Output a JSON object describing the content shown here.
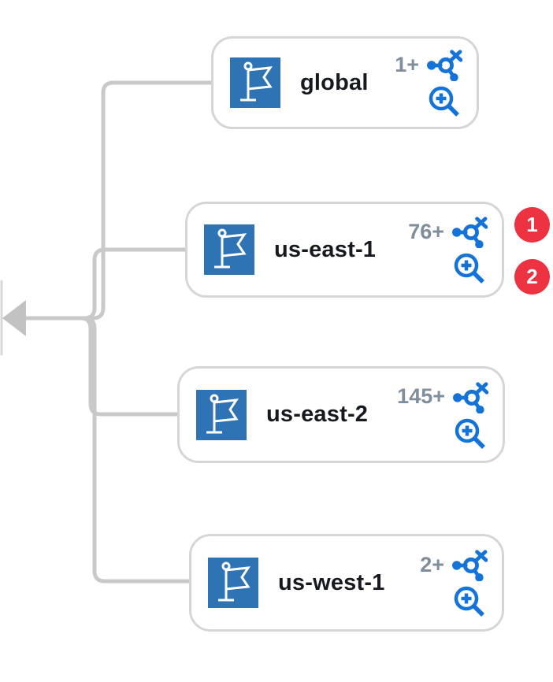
{
  "diagram": {
    "type": "resource-relationship-tree",
    "parent": {
      "edge_icon": "left-arrow-icon",
      "note": "parent node cut off at left viewport edge"
    },
    "nodes": [
      {
        "label": "global",
        "count": "1+",
        "icons": [
          "region-flag-icon",
          "expand-connections-icon",
          "zoom-in-icon"
        ],
        "badges": []
      },
      {
        "label": "us-east-1",
        "count": "76+",
        "icons": [
          "region-flag-icon",
          "expand-connections-icon",
          "zoom-in-icon"
        ],
        "badges": [
          "1",
          "2"
        ]
      },
      {
        "label": "us-east-2",
        "count": "145+",
        "icons": [
          "region-flag-icon",
          "expand-connections-icon",
          "zoom-in-icon"
        ],
        "badges": []
      },
      {
        "label": "us-west-1",
        "count": "2+",
        "icons": [
          "region-flag-icon",
          "expand-connections-icon",
          "zoom-in-icon"
        ],
        "badges": []
      }
    ]
  },
  "colors": {
    "node_border": "#d6d6d6",
    "edge_gray": "#c9c9c9",
    "arrow_gray": "#c2c2c2",
    "flag_background": "#2e73b3",
    "flag_glyph": "#ffffff",
    "icon_blue": "#1473d8",
    "count_text": "#7f8e9a",
    "label_text": "#16191f",
    "badge_red": "#ed3241",
    "badge_text": "#ffffff"
  }
}
